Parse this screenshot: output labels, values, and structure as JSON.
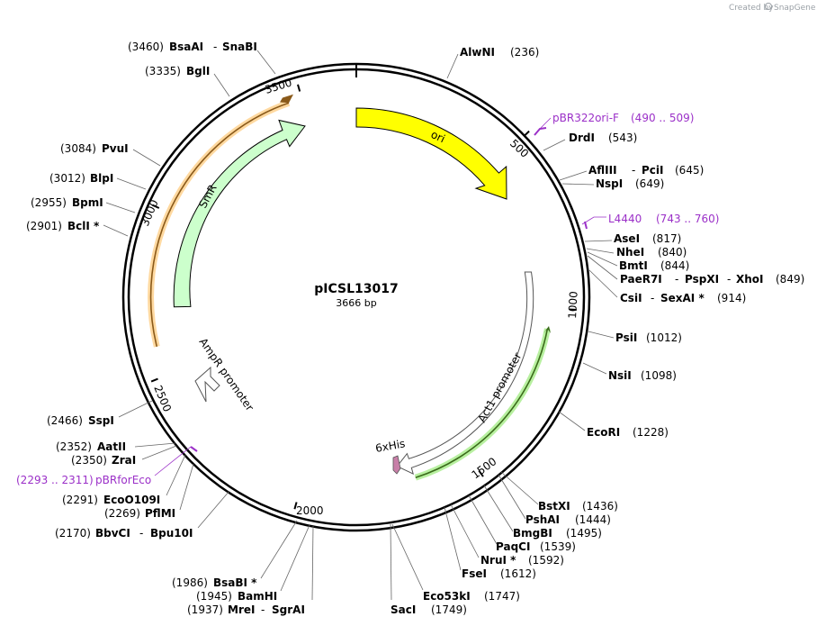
{
  "credit": {
    "text": "Created by",
    "brand": "SnapGene"
  },
  "plasmid": {
    "name": "pICSL13017",
    "size": "3666 bp"
  },
  "ticks": [
    "500",
    "1000",
    "1500",
    "2000",
    "2500",
    "3000",
    "3500"
  ],
  "enzymes": [
    {
      "key": "alwni",
      "name": "AlwNI",
      "pos": "(236)"
    },
    {
      "key": "drdi",
      "name": "DrdI",
      "pos": "(543)"
    },
    {
      "key": "afliii",
      "name": "AflIII",
      "sep": "-",
      "name2": "PciI",
      "pos": "(645)"
    },
    {
      "key": "nspi",
      "name": "NspI",
      "pos": "(649)"
    },
    {
      "key": "asei",
      "name": "AseI",
      "pos": "(817)"
    },
    {
      "key": "nhei",
      "name": "NheI",
      "pos": "(840)"
    },
    {
      "key": "bmti",
      "name": "BmtI",
      "pos": "(844)"
    },
    {
      "key": "paer7i",
      "name": "PaeR7I",
      "sep": "-",
      "name2": "PspXI",
      "sep2": "-",
      "name3": "XhoI",
      "pos": "(849)"
    },
    {
      "key": "csii",
      "name": "CsiI",
      "sep": "-",
      "name2": "SexAI *",
      "pos": "(914)"
    },
    {
      "key": "psii",
      "name": "PsiI",
      "pos": "(1012)"
    },
    {
      "key": "nsii",
      "name": "NsiI",
      "pos": "(1098)"
    },
    {
      "key": "ecori",
      "name": "EcoRI",
      "pos": "(1228)"
    },
    {
      "key": "bstxi",
      "name": "BstXI",
      "pos": "(1436)"
    },
    {
      "key": "pshai",
      "name": "PshAI",
      "pos": "(1444)"
    },
    {
      "key": "bmgbi",
      "name": "BmgBI",
      "pos": "(1495)"
    },
    {
      "key": "paqci",
      "name": "PaqCI",
      "pos": "(1539)"
    },
    {
      "key": "nrui",
      "name": "NruI *",
      "pos": "(1592)"
    },
    {
      "key": "fsei",
      "name": "FseI",
      "pos": "(1612)"
    },
    {
      "key": "eco53ki",
      "name": "Eco53kI",
      "pos": "(1747)"
    },
    {
      "key": "saci",
      "name": "SacI",
      "pos": "(1749)"
    },
    {
      "key": "mrei",
      "name": "MreI",
      "sep": "-",
      "name2": "SgrAI",
      "pos": "(1937)"
    },
    {
      "key": "bamhi",
      "name": "BamHI",
      "pos": "(1945)"
    },
    {
      "key": "bsabi",
      "name": "BsaBI *",
      "pos": "(1986)"
    },
    {
      "key": "bbvci",
      "name": "BbvCI",
      "sep": "-",
      "name2": "Bpu10I",
      "pos": "(2170)"
    },
    {
      "key": "pflmi",
      "name": "PflMI",
      "pos": "(2269)"
    },
    {
      "key": "eco0109i",
      "name": "EcoO109I",
      "pos": "(2291)"
    },
    {
      "key": "zrai",
      "name": "ZraI",
      "pos": "(2350)"
    },
    {
      "key": "aatii",
      "name": "AatII",
      "pos": "(2352)"
    },
    {
      "key": "sspi",
      "name": "SspI",
      "pos": "(2466)"
    },
    {
      "key": "bcli",
      "name": "BclI *",
      "pos": "(2901)"
    },
    {
      "key": "bpmi",
      "name": "BpmI",
      "pos": "(2955)"
    },
    {
      "key": "blpi",
      "name": "BlpI",
      "pos": "(3012)"
    },
    {
      "key": "pvui",
      "name": "PvuI",
      "pos": "(3084)"
    },
    {
      "key": "bgli",
      "name": "BglI",
      "pos": "(3335)"
    },
    {
      "key": "bsaai",
      "name": "BsaAI",
      "sep": "-",
      "name2": "SnaBI",
      "pos": "(3460)"
    }
  ],
  "primers": [
    {
      "key": "pbr322",
      "name": "pBR322ori-F",
      "range": "(490 .. 509)"
    },
    {
      "key": "l4440",
      "name": "L4440",
      "range": "(743 .. 760)"
    },
    {
      "key": "pbrforeco",
      "name": "pBRforEco",
      "range": "(2293 .. 2311)"
    }
  ],
  "features": {
    "ori": "ori",
    "smr": "SmR",
    "act1": "Act1 promoter",
    "his": "6xHis",
    "ampr": "AmpR promoter"
  },
  "colors": {
    "ori": "#ffff00",
    "smr": "#ccffcc",
    "primer": "#9b30c8",
    "his": "#c87fa8",
    "highlight_orange": "#ffd9a0",
    "highlight_green": "#b8f0a0",
    "credit": "#9aa0a6"
  }
}
